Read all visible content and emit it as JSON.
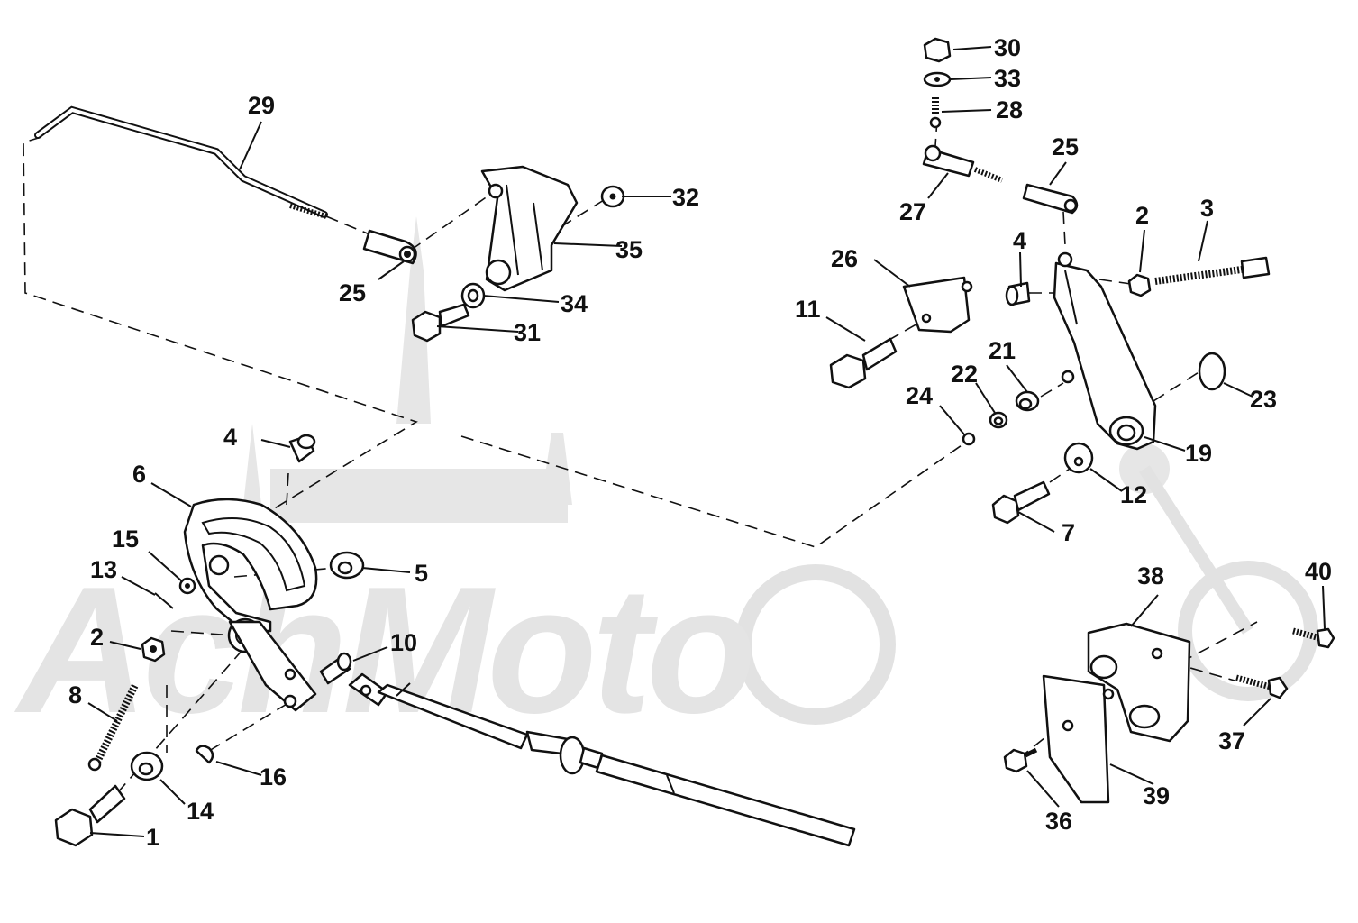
{
  "diagram": {
    "watermark": "AchMoto",
    "part_labels": [
      "1",
      "2",
      "2",
      "3",
      "4",
      "4",
      "5",
      "6",
      "7",
      "8",
      "10",
      "11",
      "12",
      "13",
      "14",
      "15",
      "16",
      "19",
      "21",
      "22",
      "23",
      "24",
      "25",
      "25",
      "26",
      "27",
      "28",
      "29",
      "30",
      "31",
      "32",
      "33",
      "34",
      "35",
      "36",
      "37",
      "38",
      "39",
      "40"
    ]
  }
}
